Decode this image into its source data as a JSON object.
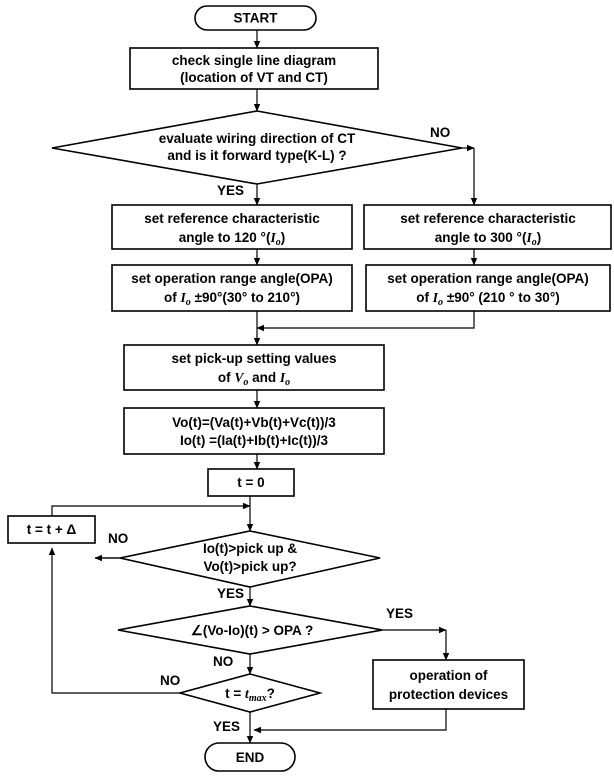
{
  "nodes": {
    "start": "START",
    "check": [
      "check single line diagram",
      "(location of  VT and CT)"
    ],
    "evaluate": [
      "evaluate wiring direction of CT",
      "and is it forward type(K-L) ?"
    ],
    "ref_left": [
      "set reference characteristic",
      "angle to 120 °("
    ],
    "ref_right": [
      "set reference characteristic",
      "angle to 300 °("
    ],
    "opa_left": [
      "set operation range angle(OPA)",
      "of",
      "±90°(30° to 210°)"
    ],
    "opa_right": [
      "set operation range angle(OPA)",
      "of",
      "±90° (210 ° to 30°)"
    ],
    "pickup": [
      "set pick-up setting values",
      "of",
      "and"
    ],
    "formula": [
      "Vo(t)=(Va(t)+Vb(t)+Vc(t))/3",
      "Io(t) =(Ia(t)+Ib(t)+Ic(t))/3"
    ],
    "t_zero": "t = 0",
    "t_inc": "t = t + Δ",
    "pickup_check": [
      "Io(t)>pick up &",
      "Vo(t)>pick up?"
    ],
    "angle_check": "∠(Vo-Io)(t)  >  OPA ?",
    "tmax_check": [
      "t = ",
      "?"
    ],
    "protection": [
      "operation of",
      "protection devices"
    ],
    "end": "END"
  },
  "symbols": {
    "I": "I",
    "V": "V",
    "o_sub": "o",
    "max_sub": "max",
    "close_paren": ")"
  },
  "labels": {
    "yes": "YES",
    "no": "NO"
  }
}
